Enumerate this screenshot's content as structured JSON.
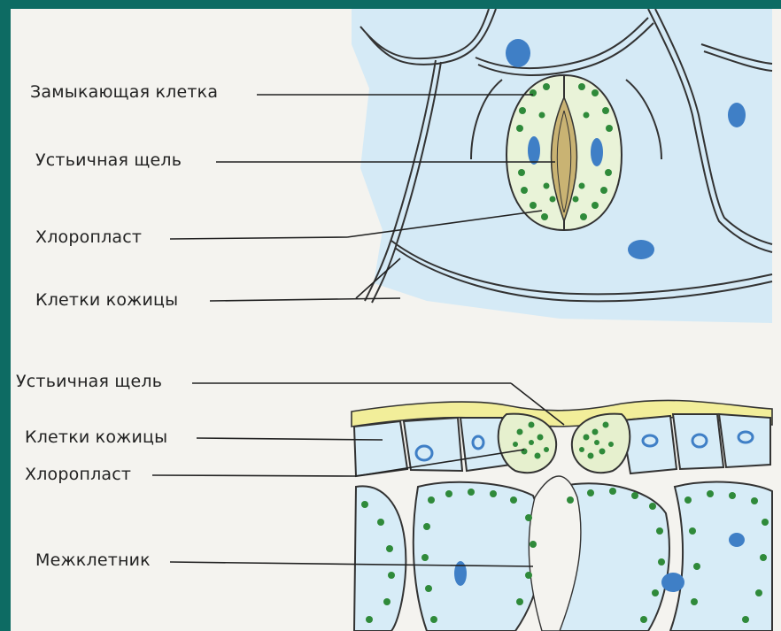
{
  "labels": {
    "guard_cell": "Замыкающая клетка",
    "stomatal_slit_top": "Устьичная щель",
    "chloroplast_top": "Хлоропласт",
    "epidermis_top": "Клетки кожицы",
    "stomatal_slit_bottom": "Устьичная щель",
    "epidermis_bottom": "Клетки кожицы",
    "chloroplast_bottom": "Хлоропласт",
    "intercellular": "Межклетник"
  },
  "colors": {
    "outer_frame": "#0d6b63",
    "page": "#f4f3ef",
    "cell_fill": "#d7ecf7",
    "nucleus": "#3f7fc6",
    "chloroplast": "#2f8a3a",
    "cuticle": "#f2ee9a"
  }
}
